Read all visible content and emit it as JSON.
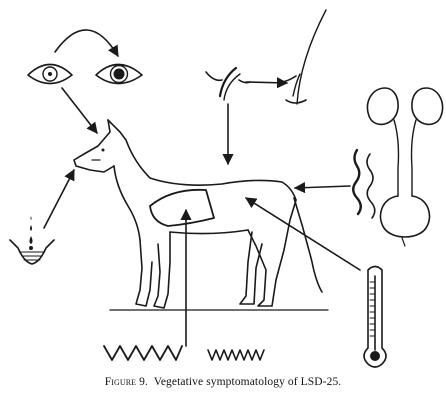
{
  "caption": {
    "label": "Figure",
    "number": "9.",
    "text": "Vegetative symptomatology of LSD-25."
  },
  "colors": {
    "ink": "#1a1a1a",
    "paper": "#ffffff"
  },
  "icons": [
    "normal-eye-icon",
    "dilated-pupil-eye-icon",
    "erect-hair-icon",
    "salivation-bowl-icon",
    "kidneys-bladder-icon",
    "thermometer-icon",
    "heart-icon",
    "waveform-icon"
  ]
}
